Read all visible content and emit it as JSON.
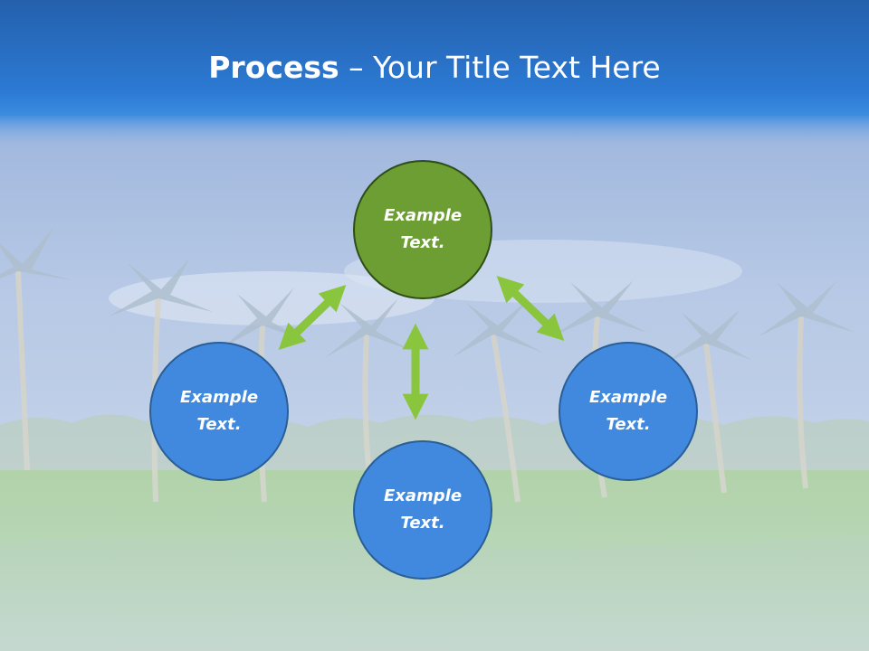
{
  "slide": {
    "title_bold": "Process",
    "title_rest": " – Your Title Text Here"
  },
  "nodes": {
    "top": "Example\nText.",
    "left": "Example\nText.",
    "right": "Example\nText.",
    "bottom": "Example\nText."
  },
  "colors": {
    "header_blue": "#2b72c5",
    "node_green": "#6c9e33",
    "node_blue": "#4189df",
    "arrow_green": "#8ac53e"
  }
}
